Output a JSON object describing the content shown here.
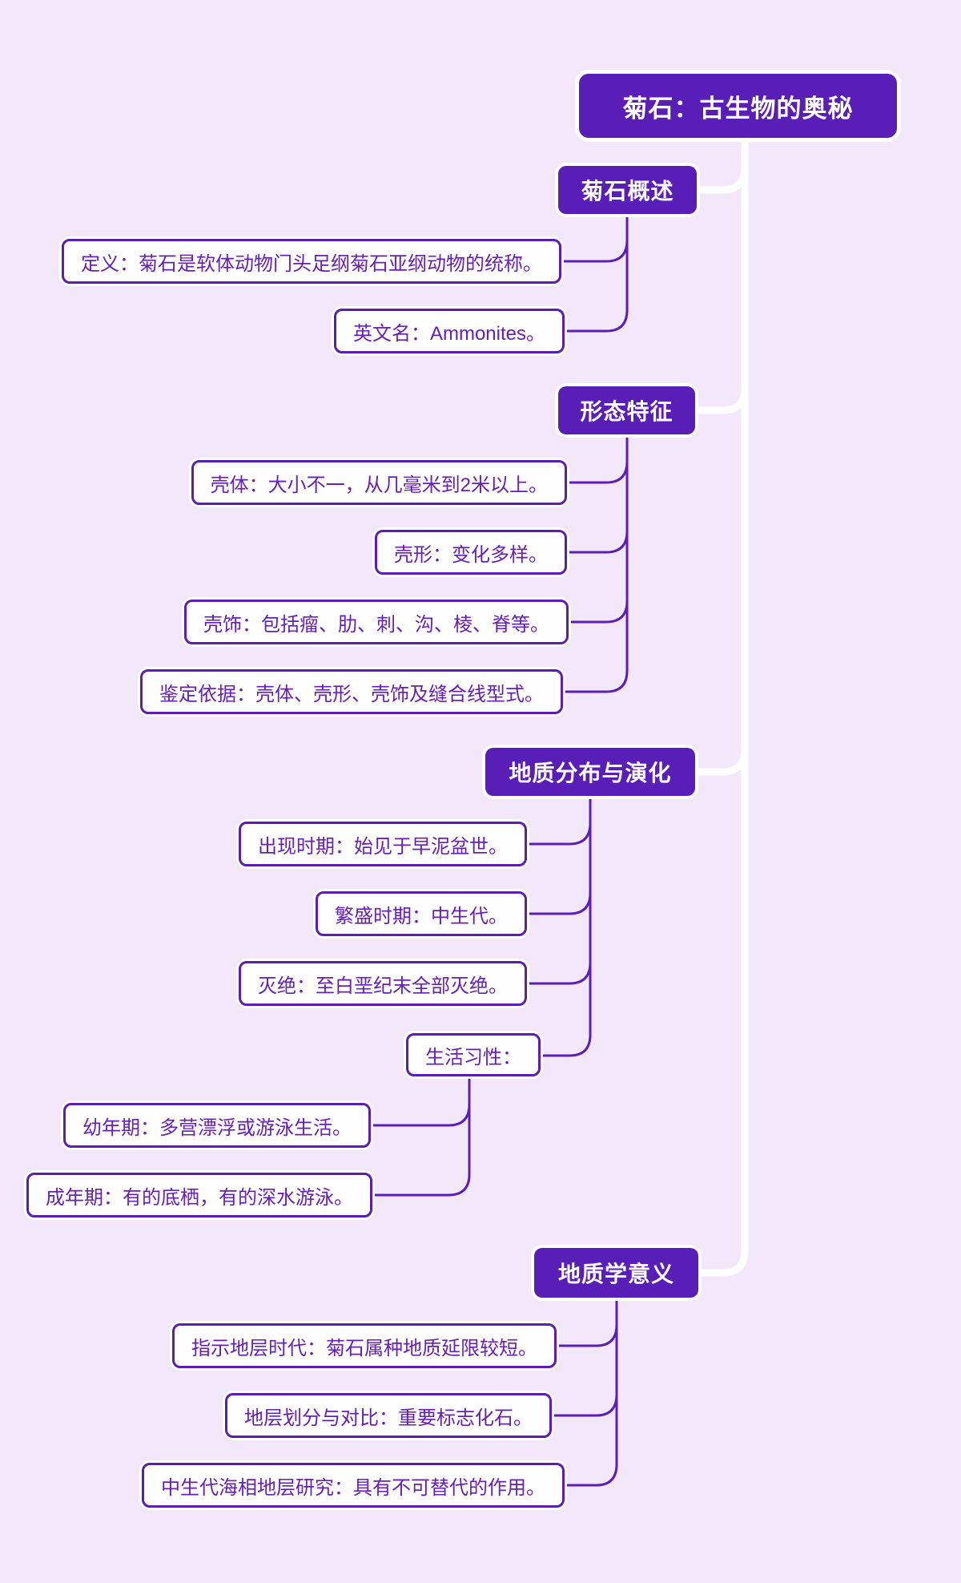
{
  "theme": {
    "background_color": "#F3E8FA",
    "node_fill_color": "#5A1EB8",
    "node_text_color": "#FFFFFF",
    "leaf_fill_color": "#FEFDFF",
    "leaf_border_color": "#5E1DB2",
    "leaf_text_color": "#6620B3",
    "root_link_color": "#FFFFFF",
    "branch_link_color": "#5B1EB8"
  },
  "mindmap": {
    "root": {
      "label": "菊石：古生物的奥秘"
    },
    "branches": [
      {
        "label": "菊石概述",
        "children": [
          {
            "label": "定义：菊石是软体动物门头足纲菊石亚纲动物的统称。"
          },
          {
            "label": "英文名：Ammonites。"
          }
        ]
      },
      {
        "label": "形态特征",
        "children": [
          {
            "label": "壳体：大小不一，从几毫米到2米以上。"
          },
          {
            "label": "壳形：变化多样。"
          },
          {
            "label": "壳饰：包括瘤、肋、刺、沟、棱、脊等。"
          },
          {
            "label": "鉴定依据：壳体、壳形、壳饰及缝合线型式。"
          }
        ]
      },
      {
        "label": "地质分布与演化",
        "children": [
          {
            "label": "出现时期：始见于早泥盆世。"
          },
          {
            "label": "繁盛时期：中生代。"
          },
          {
            "label": "灭绝：至白垩纪末全部灭绝。"
          },
          {
            "label": "生活习性：",
            "children": [
              {
                "label": "幼年期：多营漂浮或游泳生活。"
              },
              {
                "label": "成年期：有的底栖，有的深水游泳。"
              }
            ]
          }
        ]
      },
      {
        "label": "地质学意义",
        "children": [
          {
            "label": "指示地层时代：菊石属种地质延限较短。"
          },
          {
            "label": "地层划分与对比：重要标志化石。"
          },
          {
            "label": "中生代海相地层研究：具有不可替代的作用。"
          }
        ]
      }
    ]
  }
}
